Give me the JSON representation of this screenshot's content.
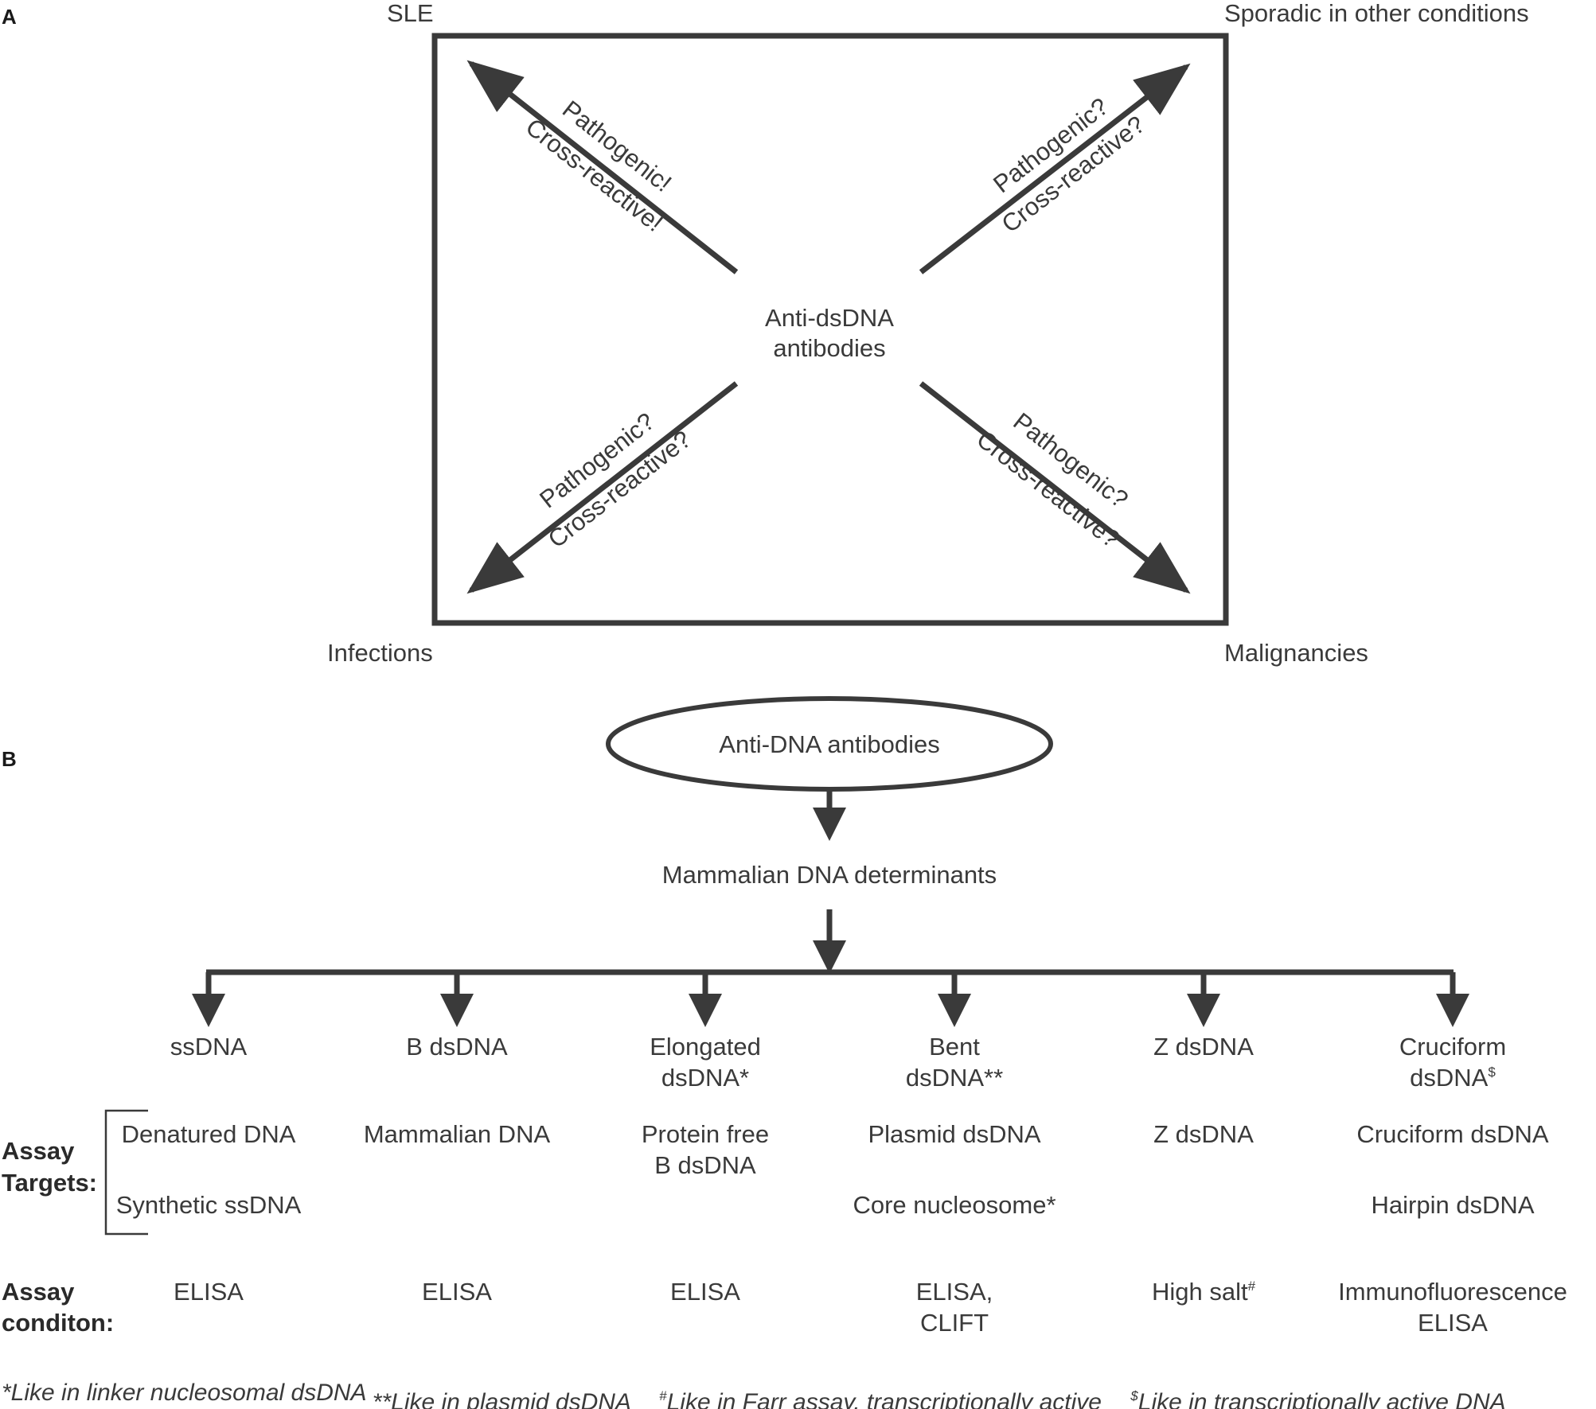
{
  "panel_a": {
    "label": "A",
    "center_line1": "Anti-dsDNA",
    "center_line2": "antibodies",
    "corners": {
      "top_left": "SLE",
      "top_right": "Sporadic in other conditions",
      "bottom_left": "Infections",
      "bottom_right": "Malignancies"
    },
    "arrows": {
      "top_left": {
        "line1": "Pathogenic!",
        "line2": "Cross-reactive!"
      },
      "top_right": {
        "line1": "Pathogenic?",
        "line2": "Cross-reactive?"
      },
      "bottom_left": {
        "line1": "Pathogenic?",
        "line2": "Cross-reactive?"
      },
      "bottom_right": {
        "line1": "Pathogenic?",
        "line2": "Cross-reactive?"
      }
    }
  },
  "panel_b": {
    "label": "B",
    "root": "Anti-DNA antibodies",
    "level2": "Mammalian DNA determinants",
    "row_labels": {
      "assay_targets_line1": "Assay",
      "assay_targets_line2": "Targets:",
      "assay_condition_line1": "Assay",
      "assay_condition_line2": "conditon:"
    },
    "columns": [
      {
        "title1": "ssDNA",
        "title2": "",
        "sup": "",
        "target1a": "Denatured DNA",
        "target1b": "",
        "target2": "Synthetic ssDNA",
        "cond1": "ELISA",
        "cond1_sup": "",
        "cond2": ""
      },
      {
        "title1": "B dsDNA",
        "title2": "",
        "sup": "",
        "target1a": "Mammalian DNA",
        "target1b": "",
        "target2": "",
        "cond1": "ELISA",
        "cond1_sup": "",
        "cond2": ""
      },
      {
        "title1": "Elongated",
        "title2": "dsDNA*",
        "sup": "",
        "target1a": "Protein free",
        "target1b": "B dsDNA",
        "target2": "",
        "cond1": "ELISA",
        "cond1_sup": "",
        "cond2": ""
      },
      {
        "title1": "Bent",
        "title2": "dsDNA**",
        "sup": "",
        "target1a": "Plasmid dsDNA",
        "target1b": "",
        "target2": "Core nucleosome*",
        "cond1": "ELISA,",
        "cond1_sup": "",
        "cond2": "CLIFT"
      },
      {
        "title1": "Z dsDNA",
        "title2": "",
        "sup": "",
        "target1a": "Z dsDNA",
        "target1b": "",
        "target2": "",
        "cond1": "High salt",
        "cond1_sup": "#",
        "cond2": ""
      },
      {
        "title1": "Cruciform",
        "title2": "dsDNA",
        "sup": "$",
        "target1a": "Cruciform dsDNA",
        "target1b": "",
        "target2": "Hairpin dsDNA",
        "cond1": "Immunofluorescence",
        "cond1_sup": "",
        "cond2": "ELISA"
      }
    ],
    "footnotes": [
      {
        "sup": "",
        "text": "*Like in linker nucleosomal dsDNA"
      },
      {
        "sup": "",
        "text": "**Like in plasmid dsDNA"
      },
      {
        "sup": "#",
        "text": "Like in Farr assay, transcriptionally active"
      },
      {
        "sup": "$",
        "text": "Like in transcriptionally active DNA"
      }
    ]
  },
  "colors": {
    "stroke": "#3a3a3a",
    "text": "#3a3a3a"
  }
}
